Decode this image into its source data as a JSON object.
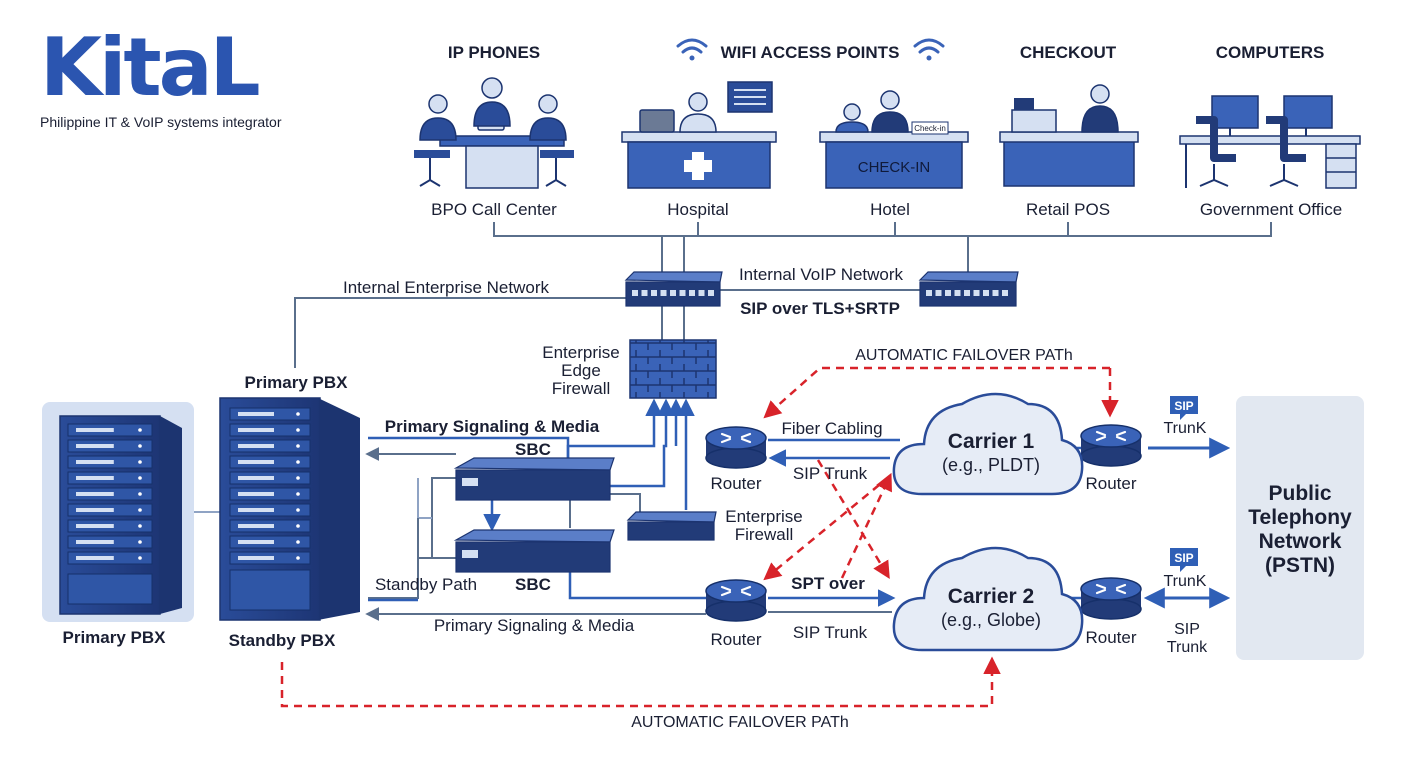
{
  "colors": {
    "line": "#5a6f8c",
    "blue_link": "#2f5fb6",
    "device_dark": "#223b78",
    "device_mid": "#3a63b8",
    "panel_light": "#d5e0f2",
    "failover_red": "#d8232a",
    "cloud_fill": "#e6ecf6",
    "pstn_fill": "#e2e8f1"
  },
  "brand": {
    "logo": "KitaL",
    "tagline": "Philippine IT & VoIP systems integrator"
  },
  "endpoints": {
    "categories": [
      "IP PHONES",
      "WIFI ACCESS POINTS",
      "CHECKOUT",
      "COMPUTERS"
    ],
    "sites": [
      "BPO Call Center",
      "Hospital",
      "Hotel",
      "Retail POS",
      "Government Office"
    ],
    "hotel_desk_label": "CHECK-IN",
    "hotel_sign": "Check-in"
  },
  "network": {
    "internal_enterprise": "Internal Enterprise Network",
    "internal_voip": "Internal VoIP Network",
    "sip_tls": "SIP over TLS+SRTP",
    "edge_firewall": [
      "Enterprise",
      "Edge",
      "Firewall"
    ],
    "enterprise_firewall": [
      "Enterprise",
      "Firewall"
    ]
  },
  "pbx": {
    "primary_top": "Primary PBX",
    "primary_bottom": "Primary PBX",
    "standby": "Standby PBX"
  },
  "paths": {
    "primary_signaling_top": "Primary Signaling & Media",
    "standby_path": "Standby Path",
    "primary_signaling_bottom": "Primary Signaling & Media",
    "sbc_top": "SBC",
    "sbc_bottom": "SBC",
    "fiber_cabling": "Fiber Cabling",
    "sip_trunk_1": "SIP Trunk",
    "spt_over": "SPT over",
    "sip_trunk_2": "SIP Trunk",
    "router": "Router"
  },
  "carriers": {
    "c1_name": "Carrier 1",
    "c1_example": "(e.g., PLDT)",
    "c2_name": "Carrier 2",
    "c2_example": "(e.g., Globe)"
  },
  "trunks": {
    "sip_badge": "SIP",
    "trunk_top": "TrunK",
    "trunk_mid": "TrunK",
    "trunk_bottom_1": "SIP",
    "trunk_bottom_2": "Trunk"
  },
  "pstn": {
    "lines": [
      "Public",
      "Telephony",
      "Network",
      "(PSTN)"
    ]
  },
  "failover": {
    "top": "AUTOMATIC FAILOVER PATh",
    "bottom": "AUTOMATIC FAILOVER PATh"
  }
}
